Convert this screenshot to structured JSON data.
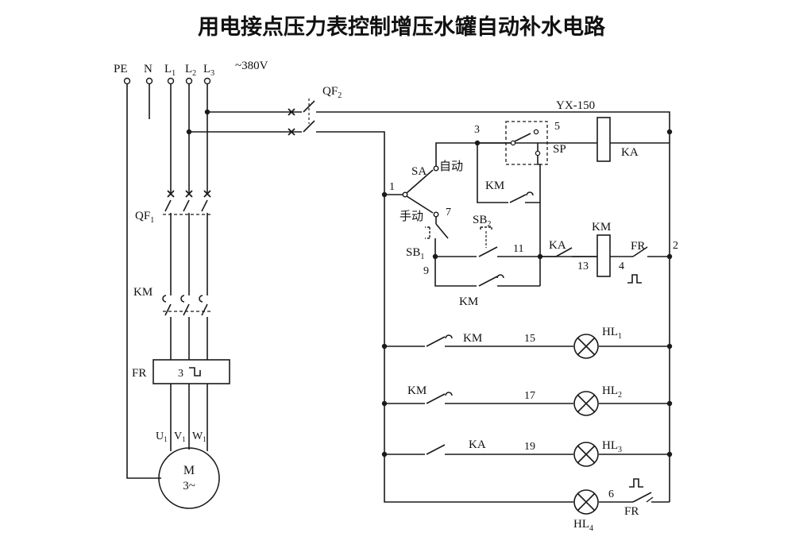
{
  "title": "用电接点压力表控制增压水罐自动补水电路",
  "supply": {
    "terminals": [
      "PE",
      "N",
      "L",
      "L",
      "L"
    ],
    "subscripts": [
      "1",
      "2",
      "3"
    ],
    "voltage": "~380V"
  },
  "main_circuit": {
    "qf1": {
      "name": "QF",
      "sub": "1"
    },
    "km": "KM",
    "fr": "FR",
    "fr_num": "3",
    "motor_terminals": [
      {
        "name": "U",
        "sub": "1"
      },
      {
        "name": "V",
        "sub": "1"
      },
      {
        "name": "W",
        "sub": "1"
      }
    ],
    "motor": {
      "label": "M",
      "phase": "3~"
    }
  },
  "control_circuit": {
    "qf2": {
      "name": "QF",
      "sub": "2"
    },
    "gauge": "YX-150",
    "sp": "SP",
    "ka": "KA",
    "sa": "SA",
    "sa_auto": "自动",
    "sa_manual": "手动",
    "sb1": {
      "name": "SB",
      "sub": "1"
    },
    "sb2": {
      "name": "SB",
      "sub": "2"
    },
    "km": "KM",
    "fr": "FR",
    "nodes": [
      "1",
      "2",
      "3",
      "4",
      "5",
      "6",
      "7",
      "9",
      "11",
      "13",
      "15",
      "17",
      "19"
    ]
  },
  "indicators": [
    {
      "name": "HL",
      "sub": "1",
      "contact": "KM",
      "node": "15"
    },
    {
      "name": "HL",
      "sub": "2",
      "contact": "KM",
      "node": "17"
    },
    {
      "name": "HL",
      "sub": "3",
      "contact": "KA",
      "node": "19"
    },
    {
      "name": "HL",
      "sub": "4",
      "contact": "FR",
      "node": "6"
    }
  ]
}
